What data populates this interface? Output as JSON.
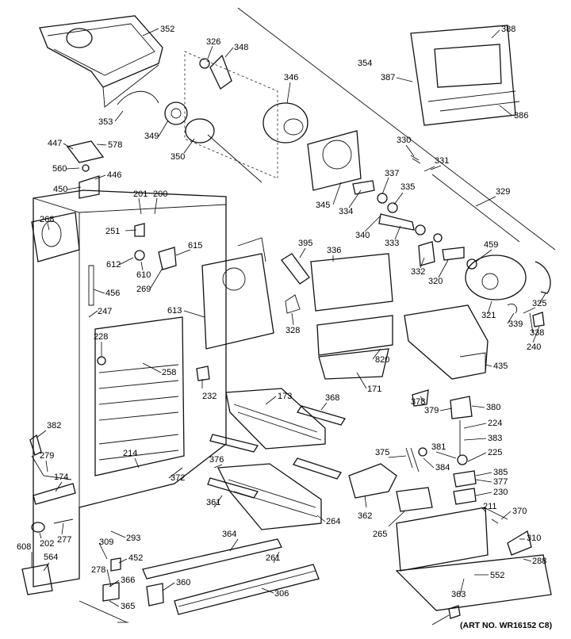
{
  "art_number": "(ART NO. WR16152 C8)",
  "parts": [
    "352",
    "326",
    "348",
    "346",
    "354",
    "388",
    "387",
    "386",
    "353",
    "349",
    "350",
    "447",
    "578",
    "560",
    "446",
    "450",
    "268",
    "201",
    "200",
    "345",
    "330",
    "331",
    "334",
    "337",
    "335",
    "329",
    "340",
    "333",
    "251",
    "615",
    "612",
    "610",
    "269",
    "395",
    "336",
    "332",
    "320",
    "459",
    "456",
    "247",
    "613",
    "328",
    "325",
    "321",
    "339",
    "338",
    "240",
    "228",
    "258",
    "820",
    "435",
    "232",
    "171",
    "173",
    "368",
    "378",
    "379",
    "380",
    "224",
    "382",
    "383",
    "381",
    "225",
    "279",
    "174",
    "376",
    "375",
    "384",
    "385",
    "377",
    "230",
    "214",
    "372",
    "361",
    "362",
    "211",
    "370",
    "264",
    "265",
    "202",
    "277",
    "293",
    "364",
    "309",
    "310",
    "608",
    "564",
    "452",
    "261",
    "278",
    "366",
    "360",
    "552",
    "288",
    "365",
    "306",
    "363"
  ]
}
